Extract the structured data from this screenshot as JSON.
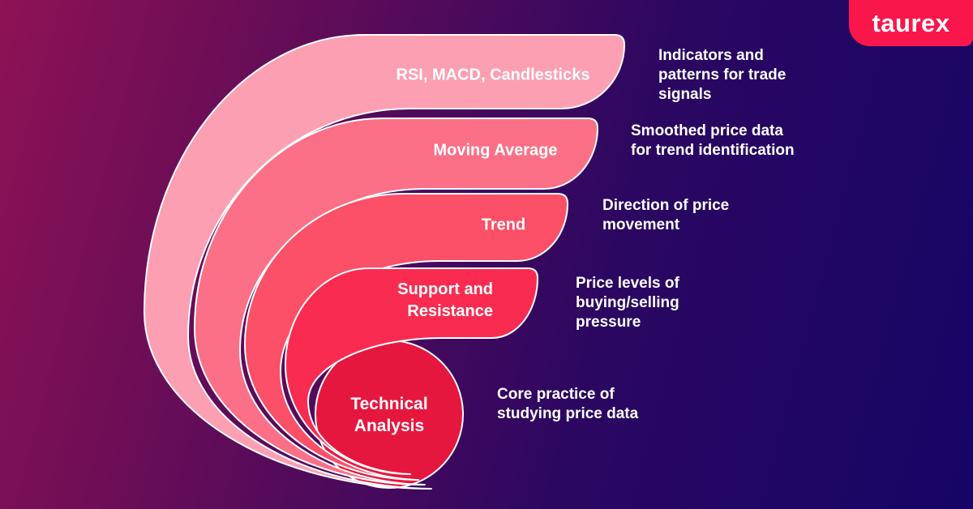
{
  "logo": {
    "text": "taurex"
  },
  "colors": {
    "logo_bg": "#F9164A",
    "stroke": "#FFFFFF",
    "text": "#FFFFFF",
    "bg_gradient": [
      "#8E1254",
      "#5F0C58",
      "#2B0761",
      "#160566"
    ]
  },
  "diagram": {
    "type": "nested-fan",
    "items": [
      {
        "label": "RSI, MACD, Candlesticks",
        "description": [
          "Indicators and",
          "patterns for trade",
          "signals"
        ],
        "color": "#FC9FB2"
      },
      {
        "label": "Moving Average",
        "description": [
          "Smoothed price data",
          "for trend identification"
        ],
        "color": "#FB7086"
      },
      {
        "label": "Trend",
        "description": [
          "Direction of price",
          "movement"
        ],
        "color": "#FC4F68"
      },
      {
        "label": [
          "Support and",
          "Resistance"
        ],
        "description": [
          "Price levels of",
          "buying/selling",
          "pressure"
        ],
        "color": "#F92B51"
      },
      {
        "label": [
          "Technical",
          "Analysis"
        ],
        "description": [
          "Core practice of",
          "studying price data"
        ],
        "color": "#E6173E"
      }
    ]
  }
}
